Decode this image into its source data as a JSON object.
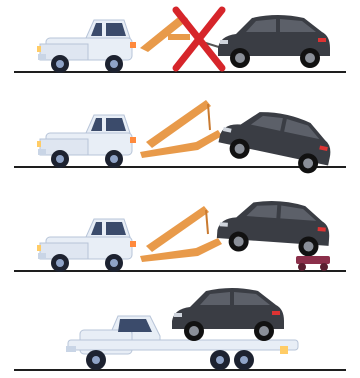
{
  "illustration": {
    "panels": [
      {
        "method": "hook-and-chain",
        "status": "not-recommended",
        "marker": "red-x-icon"
      },
      {
        "method": "wheel-lift-rear-up",
        "status": "ok"
      },
      {
        "method": "wheel-lift-with-dollies",
        "status": "ok"
      },
      {
        "method": "flatbed",
        "status": "recommended"
      }
    ],
    "colors": {
      "truck_body": "#e8eef6",
      "truck_shade": "#c9d5e6",
      "car_body": "#3a3d44",
      "car_light": "#5c6069",
      "boom": "#e89a4a",
      "ground": "#1e1e1e",
      "x_mark": "#d6252a",
      "dolly": "#8b2f4a"
    }
  }
}
